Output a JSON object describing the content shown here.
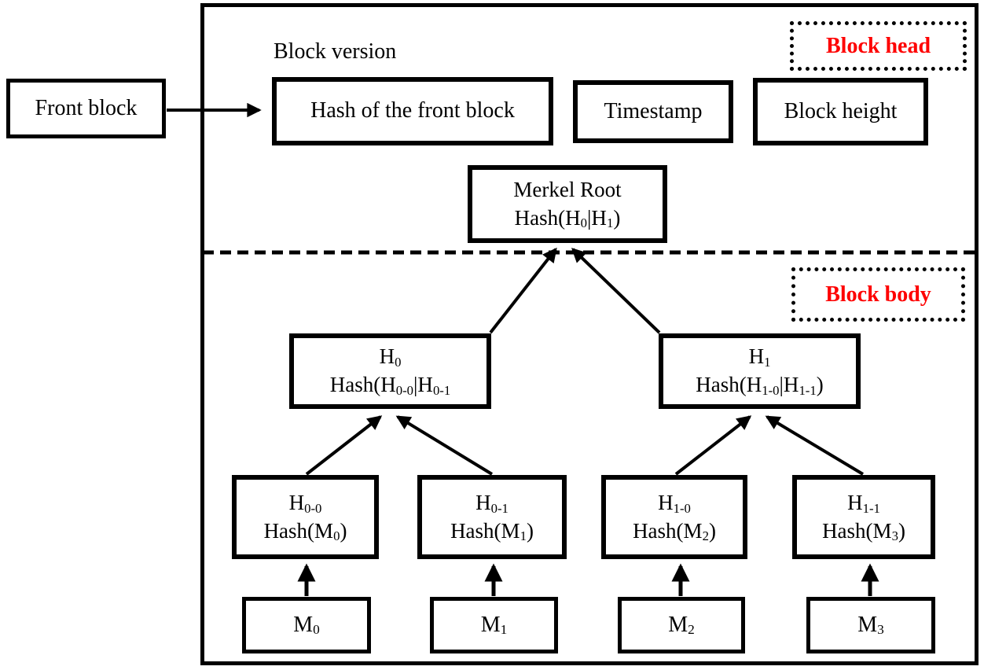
{
  "colors": {
    "box_border": "#000000",
    "text": "#000000",
    "tag_text": "#fe0000",
    "background": "#ffffff"
  },
  "front_block": {
    "label": "Front block"
  },
  "block_head": {
    "tag": "Block head",
    "version_label": "Block version",
    "fields": {
      "hash_front": "Hash of the front block",
      "timestamp": "Timestamp",
      "height": "Block height"
    },
    "merkle_root": {
      "title": "Merkel Root",
      "formula": "Hash(H_{0}|H_{1})"
    }
  },
  "block_body": {
    "tag": "Block body",
    "level1": [
      {
        "name": "H_{0}",
        "formula": "Hash(H_{0-0}|H_{0-1}"
      },
      {
        "name": "H_{1}",
        "formula": "Hash(H_{1-0}|H_{1-1})"
      }
    ],
    "level2": [
      {
        "name": "H_{0-0}",
        "formula": "Hash(M_{0})"
      },
      {
        "name": "H_{0-1}",
        "formula": "Hash(M_{1})"
      },
      {
        "name": "H_{1-0}",
        "formula": "Hash(M_{2})"
      },
      {
        "name": "H_{1-1}",
        "formula": "Hash(M_{3})"
      }
    ],
    "messages": [
      "M_{0}",
      "M_{1}",
      "M_{2}",
      "M_{3}"
    ]
  }
}
